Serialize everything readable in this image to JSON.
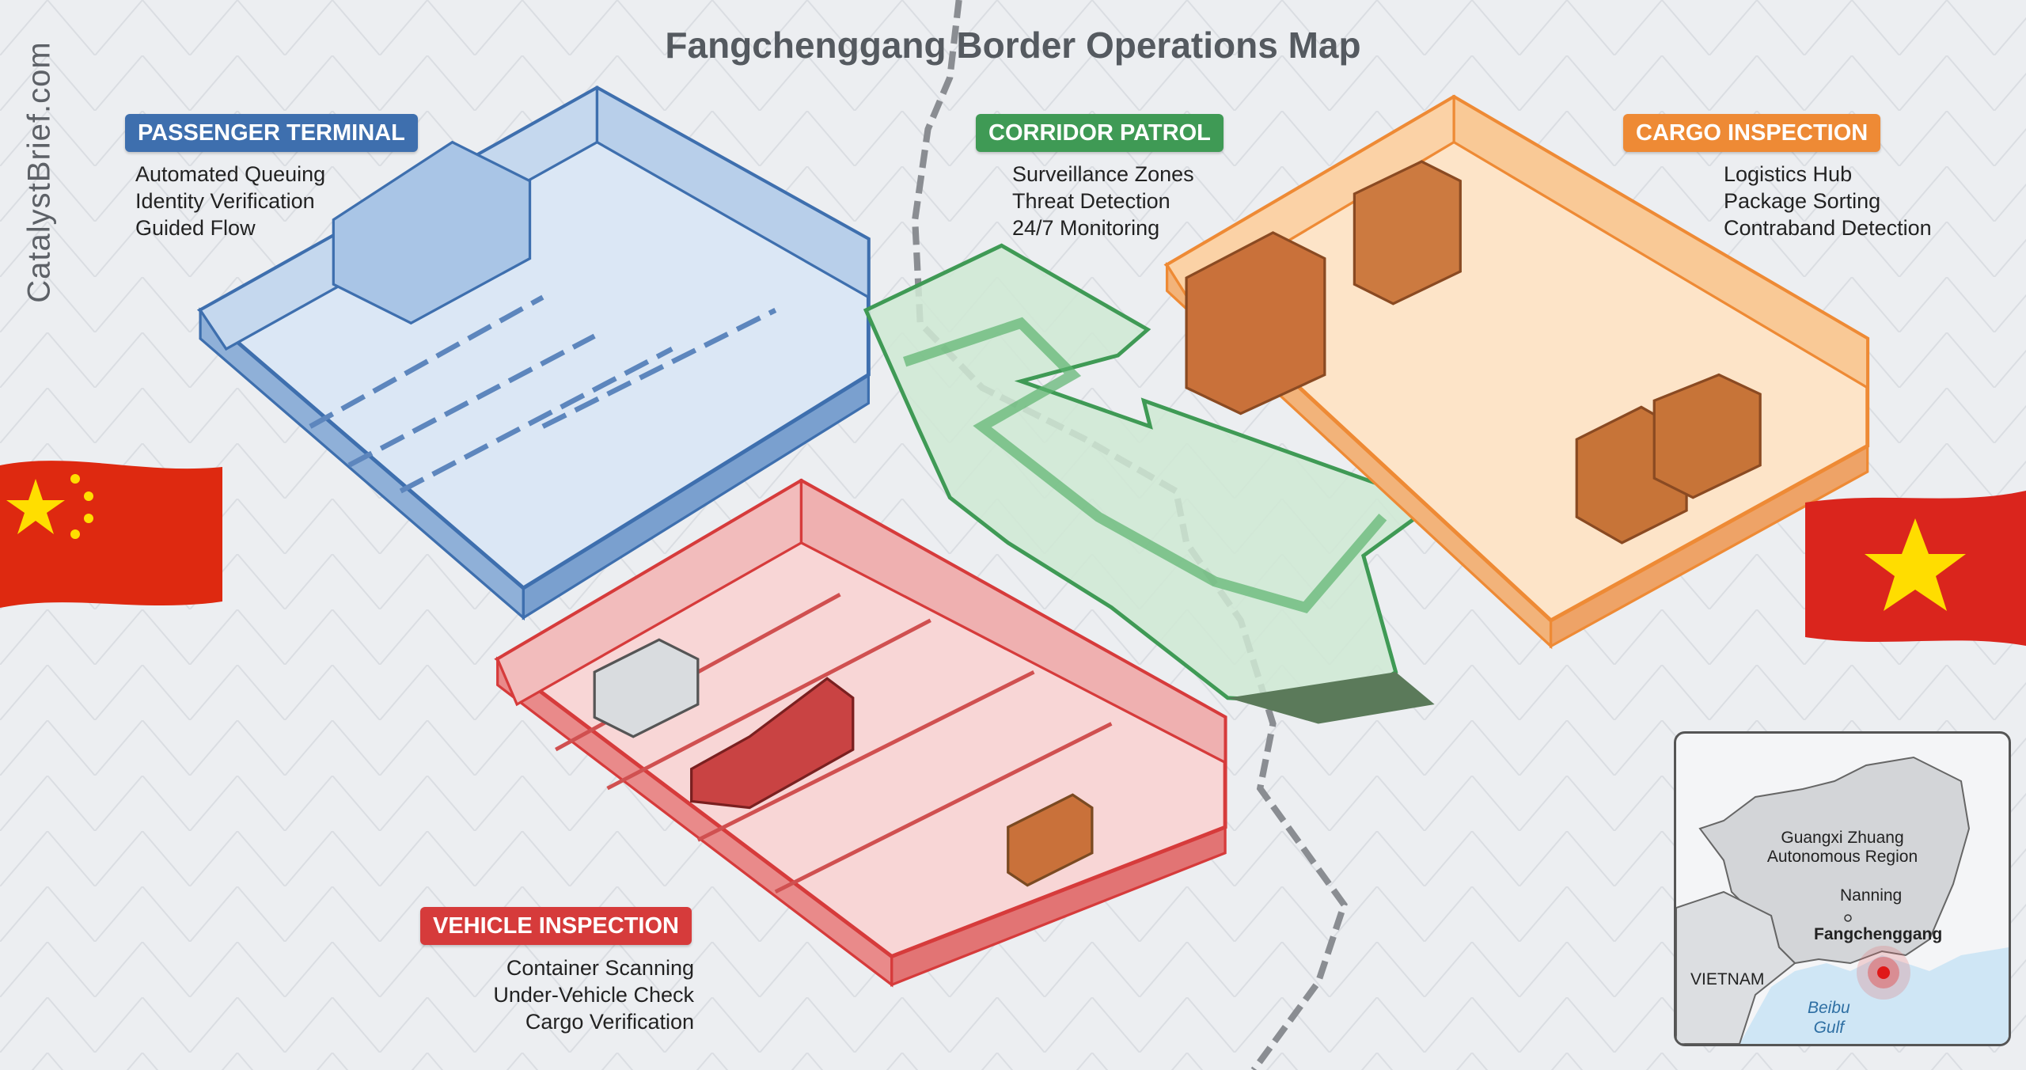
{
  "title": "Fangchenggang Border Operations Map",
  "watermark": "CatalystBrief.com",
  "colors": {
    "passenger": "#3e6fae",
    "corridor": "#3f9a55",
    "cargo": "#ee8a35",
    "vehicle": "#d63b3b",
    "border": "#8a8d92"
  },
  "zones": {
    "passenger": {
      "label": "PASSENGER TERMINAL",
      "items": [
        "Automated Queuing",
        "Identity Verification",
        "Guided Flow"
      ]
    },
    "corridor": {
      "label": "CORRIDOR PATROL",
      "items": [
        "Surveillance Zones",
        "Threat Detection",
        "24/7 Monitoring"
      ]
    },
    "cargo": {
      "label": "CARGO INSPECTION",
      "items": [
        "Logistics Hub",
        "Package Sorting",
        "Contraband Detection"
      ]
    },
    "vehicle": {
      "label": "VEHICLE INSPECTION",
      "items": [
        "Container Scanning",
        "Under-Vehicle Check",
        "Cargo Verification"
      ]
    }
  },
  "flags": {
    "left": "china-flag",
    "right": "vietnam-flag"
  },
  "inset_map": {
    "region_line1": "Guangxi Zhuang",
    "region_line2": "Autonomous Region",
    "city": "Nanning",
    "location": "Fangchenggang",
    "country": "VIETNAM",
    "sea_line1": "Beibu",
    "sea_line2": "Gulf"
  }
}
